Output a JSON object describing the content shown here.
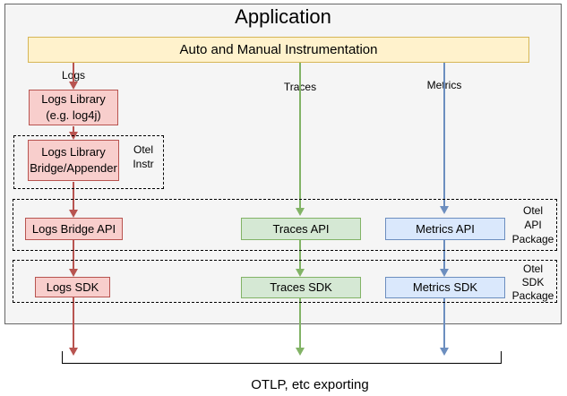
{
  "colors": {
    "logs": "#b85450",
    "traces": "#82b366",
    "metrics": "#6c8ebf",
    "pink_fill": "#f8cecc",
    "pink_stroke": "#b85450",
    "green_fill": "#d5e8d4",
    "green_stroke": "#82b366",
    "blue_fill": "#dae8fc",
    "blue_stroke": "#6c8ebf",
    "yellow_fill": "#fff2cc",
    "yellow_stroke": "#d6b656",
    "app_fill": "#f5f5f5",
    "app_stroke": "#666666"
  },
  "diagram": {
    "title": "Application",
    "instrumentation_label": "Auto and Manual Instrumentation",
    "signals": {
      "logs": "Logs",
      "traces": "Traces",
      "metrics": "Metrics"
    },
    "logs_library": {
      "line1": "Logs Library",
      "line2": "(e.g. log4j)"
    },
    "instr_group": {
      "box_line1": "Logs Library",
      "box_line2": "Bridge/Appender",
      "label_line1": "Otel",
      "label_line2": "Instr"
    },
    "api_group": {
      "label_line1": "Otel",
      "label_line2": "API",
      "label_line3": "Package",
      "logs_box": "Logs Bridge API",
      "traces_box": "Traces API",
      "metrics_box": "Metrics API"
    },
    "sdk_group": {
      "label_line1": "Otel",
      "label_line2": "SDK",
      "label_line3": "Package",
      "logs_box": "Logs SDK",
      "traces_box": "Traces SDK",
      "metrics_box": "Metrics SDK"
    },
    "export_label": "OTLP, etc exporting"
  }
}
